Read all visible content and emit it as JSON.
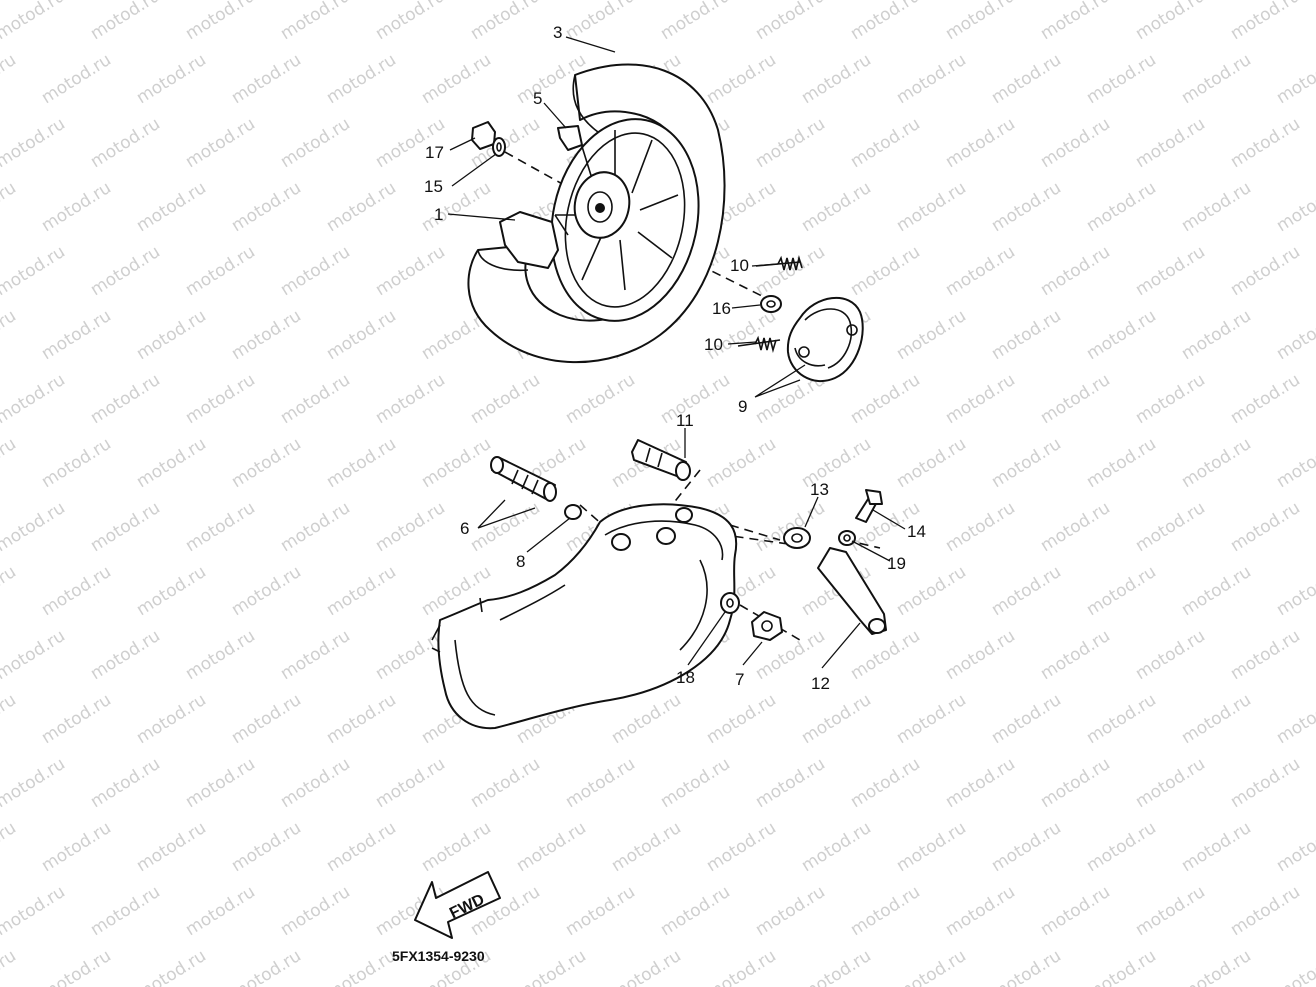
{
  "watermark": "motod.ru",
  "diagram_code": "5FX1354-9230",
  "direction_label": "FWD",
  "callouts": [
    {
      "id": "c1",
      "text": "1"
    },
    {
      "id": "c3",
      "text": "3"
    },
    {
      "id": "c5",
      "text": "5"
    },
    {
      "id": "c6",
      "text": "6"
    },
    {
      "id": "c7",
      "text": "7"
    },
    {
      "id": "c8",
      "text": "8"
    },
    {
      "id": "c9",
      "text": "9"
    },
    {
      "id": "c10a",
      "text": "10"
    },
    {
      "id": "c10b",
      "text": "10"
    },
    {
      "id": "c11",
      "text": "11"
    },
    {
      "id": "c12",
      "text": "12"
    },
    {
      "id": "c13",
      "text": "13"
    },
    {
      "id": "c14",
      "text": "14"
    },
    {
      "id": "c15",
      "text": "15"
    },
    {
      "id": "c16",
      "text": "16"
    },
    {
      "id": "c17",
      "text": "17"
    },
    {
      "id": "c18",
      "text": "18"
    },
    {
      "id": "c19",
      "text": "19"
    }
  ]
}
